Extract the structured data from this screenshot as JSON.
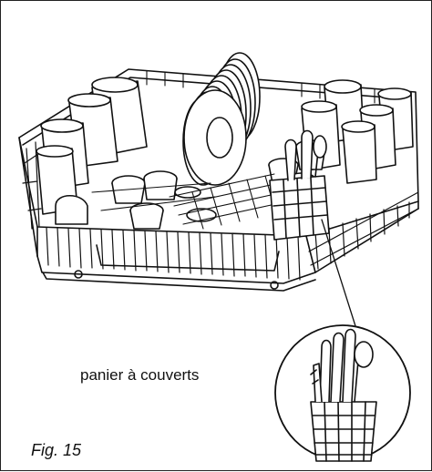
{
  "figure": {
    "callout_label": "panier à couverts",
    "caption": "Fig. 15"
  },
  "icons": {
    "illustration": "dishwasher-rack-illustration",
    "zoom": "cutlery-basket-magnified-icon"
  }
}
